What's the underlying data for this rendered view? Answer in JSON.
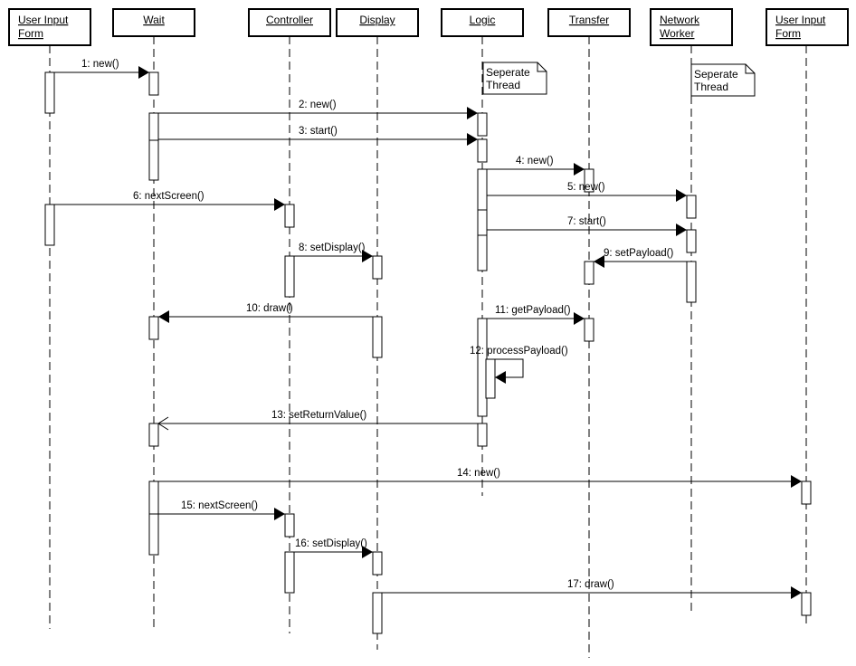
{
  "diagram": {
    "type": "uml-sequence-diagram",
    "participants": [
      {
        "id": "uif1",
        "lines": [
          "User Input",
          "Form"
        ]
      },
      {
        "id": "wait",
        "lines": [
          "Wait"
        ]
      },
      {
        "id": "controller",
        "lines": [
          "Controller"
        ]
      },
      {
        "id": "display",
        "lines": [
          "Display"
        ]
      },
      {
        "id": "logic",
        "lines": [
          "Logic"
        ]
      },
      {
        "id": "transfer",
        "lines": [
          "Transfer"
        ]
      },
      {
        "id": "network_worker",
        "lines": [
          "Network",
          "Worker"
        ]
      },
      {
        "id": "uif2",
        "lines": [
          "User Input",
          "Form"
        ]
      }
    ],
    "notes": [
      {
        "attached_to": "logic",
        "lines": [
          "Seperate",
          "Thread"
        ]
      },
      {
        "attached_to": "network_worker",
        "lines": [
          "Seperate",
          "Thread"
        ]
      }
    ],
    "messages": [
      {
        "seq": 1,
        "label": "1: new()",
        "from": "uif1",
        "to": "wait",
        "arrow": "filled"
      },
      {
        "seq": 2,
        "label": "2: new()",
        "from": "wait",
        "to": "logic",
        "arrow": "filled"
      },
      {
        "seq": 3,
        "label": "3: start()",
        "from": "wait",
        "to": "logic",
        "arrow": "filled"
      },
      {
        "seq": 4,
        "label": "4: new()",
        "from": "logic",
        "to": "transfer",
        "arrow": "filled"
      },
      {
        "seq": 5,
        "label": "5: new()",
        "from": "logic",
        "to": "network_worker",
        "arrow": "filled"
      },
      {
        "seq": 6,
        "label": "6: nextScreen()",
        "from": "uif1",
        "to": "controller",
        "arrow": "filled"
      },
      {
        "seq": 7,
        "label": "7: start()",
        "from": "logic",
        "to": "network_worker",
        "arrow": "filled"
      },
      {
        "seq": 8,
        "label": "8: setDisplay()",
        "from": "controller",
        "to": "display",
        "arrow": "filled"
      },
      {
        "seq": 9,
        "label": "9: setPayload()",
        "from": "network_worker",
        "to": "transfer",
        "arrow": "filled"
      },
      {
        "seq": 10,
        "label": "10: draw()",
        "from": "display",
        "to": "wait",
        "arrow": "filled"
      },
      {
        "seq": 11,
        "label": "11: getPayload()",
        "from": "logic",
        "to": "transfer",
        "arrow": "filled"
      },
      {
        "seq": 12,
        "label": "12: processPayload()",
        "from": "logic",
        "to": "logic",
        "arrow": "filled"
      },
      {
        "seq": 13,
        "label": "13: setReturnValue()",
        "from": "logic",
        "to": "wait",
        "arrow": "open"
      },
      {
        "seq": 14,
        "label": "14: new()",
        "from": "wait",
        "to": "uif2",
        "arrow": "filled"
      },
      {
        "seq": 15,
        "label": "15: nextScreen()",
        "from": "wait",
        "to": "controller",
        "arrow": "filled"
      },
      {
        "seq": 16,
        "label": "16: setDisplay()",
        "from": "controller",
        "to": "display",
        "arrow": "filled"
      },
      {
        "seq": 17,
        "label": "17: draw()",
        "from": "display",
        "to": "uif2",
        "arrow": "filled"
      }
    ]
  }
}
